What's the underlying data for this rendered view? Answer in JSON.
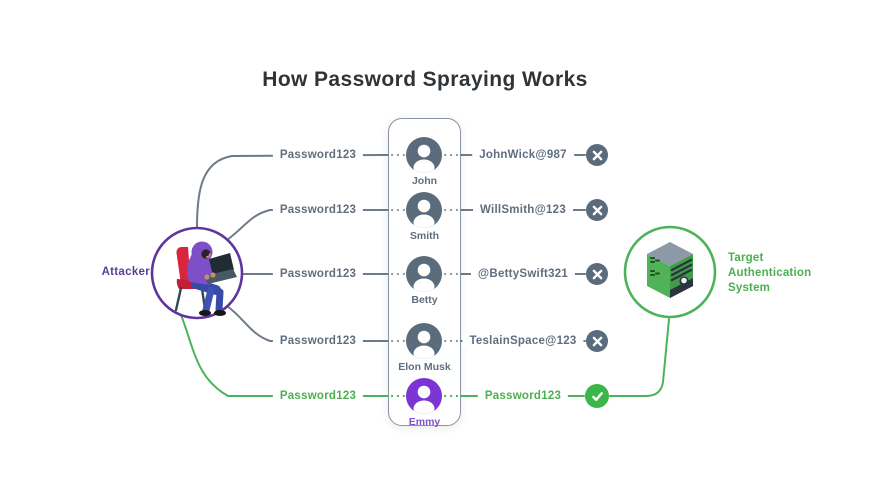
{
  "title": "How Password Spraying Works",
  "attacker": {
    "label": "Attacker",
    "icon": "hooded-hacker-icon"
  },
  "target": {
    "label": "Target Authentication System",
    "icon": "server-icon"
  },
  "rows": [
    {
      "password": "Password123",
      "name": "John",
      "username": "JohnWick@987",
      "result": "fail"
    },
    {
      "password": "Password123",
      "name": "Smith",
      "username": "WillSmith@123",
      "result": "fail"
    },
    {
      "password": "Password123",
      "name": "Betty",
      "username": "@BettySwift321",
      "result": "fail"
    },
    {
      "password": "Password123",
      "name": "Elon Musk",
      "username": "TeslainSpace@123",
      "result": "fail"
    },
    {
      "password": "Password123",
      "name": "Emmy",
      "username": "Password123",
      "result": "success"
    }
  ],
  "colors": {
    "slate_line": "#6e7a87",
    "slate_fill": "#5a6b7c",
    "text_slate": "#5f6e7f",
    "green": "#4caf50",
    "green_line": "#4db35a",
    "check_green": "#3cb54a",
    "purple_ring": "#5e35a0",
    "emmy_avatar": "#7a35d4",
    "title": "#2f3438"
  }
}
